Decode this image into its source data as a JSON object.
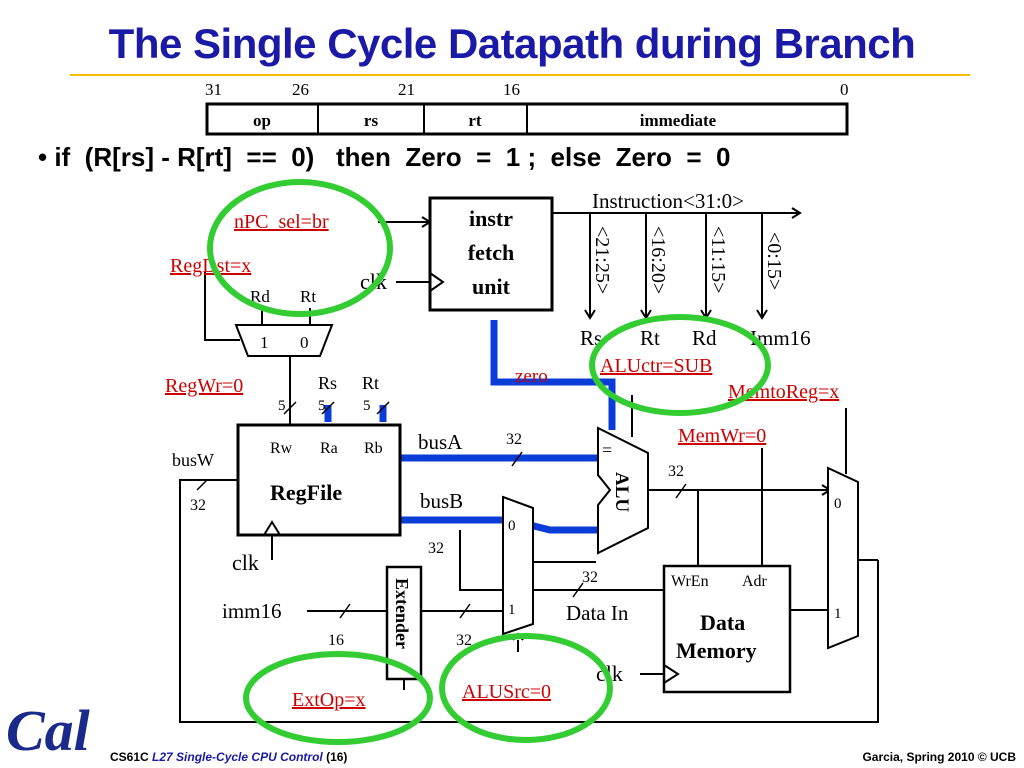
{
  "slide": {
    "title": "The Single Cycle Datapath during Branch",
    "bullet": "• if  (R[rs] - R[rt]  ==  0)   then  Zero  =  1 ;  else  Zero  =  0"
  },
  "instruction_format": {
    "bit_positions": [
      "31",
      "26",
      "21",
      "16",
      "0"
    ],
    "fields": [
      "op",
      "rs",
      "rt",
      "immediate"
    ]
  },
  "signals": {
    "npc_sel": "nPC_sel=br",
    "regdst": "RegDst=x",
    "regwr": "RegWr=0",
    "aluctr": "ALUctr=SUB",
    "memtoreg": "MemtoReg=x",
    "memwr": "MemWr=0",
    "extop": "ExtOp=x",
    "alusrc": "ALUSrc=0"
  },
  "labels": {
    "instruction_bus": "Instruction<31:0>",
    "ifu": [
      "instr",
      "fetch",
      "unit"
    ],
    "clk": "clk",
    "field_slices": [
      "<21:25>",
      "<16:20>",
      "<11:15>",
      "<0:15>"
    ],
    "field_names": [
      "Rs",
      "Rt",
      "Rd",
      "Imm16"
    ],
    "mux_rd": "Rd",
    "mux_rt": "Rt",
    "mux_in1": "1",
    "mux_in0": "0",
    "rs": "Rs",
    "rt": "Rt",
    "width5": "5",
    "width32": "32",
    "width16": "16",
    "rw": "Rw",
    "ra": "Ra",
    "rb": "Rb",
    "regfile": "RegFile",
    "busw": "busW",
    "busa": "busA",
    "busb": "busB",
    "zero": "zero",
    "alu": "ALU",
    "equals": "=",
    "extender": "Extender",
    "imm16": "imm16",
    "data_in": "Data In",
    "wren": "WrEn",
    "adr": "Adr",
    "data_memory": [
      "Data",
      "Memory"
    ]
  },
  "footer": {
    "course": "CS61C",
    "lecture": "L27 Single-Cycle CPU Control",
    "page": "(16)",
    "credit": "Garcia, Spring 2010 © UCB"
  },
  "logo": {
    "text": "Cal",
    "color": "#1a2a8a"
  },
  "colors": {
    "title": "#1a1aa6",
    "active_path": "#0a3cd8",
    "highlight_ring": "#33cc33",
    "signal_text": "#cc0000"
  }
}
